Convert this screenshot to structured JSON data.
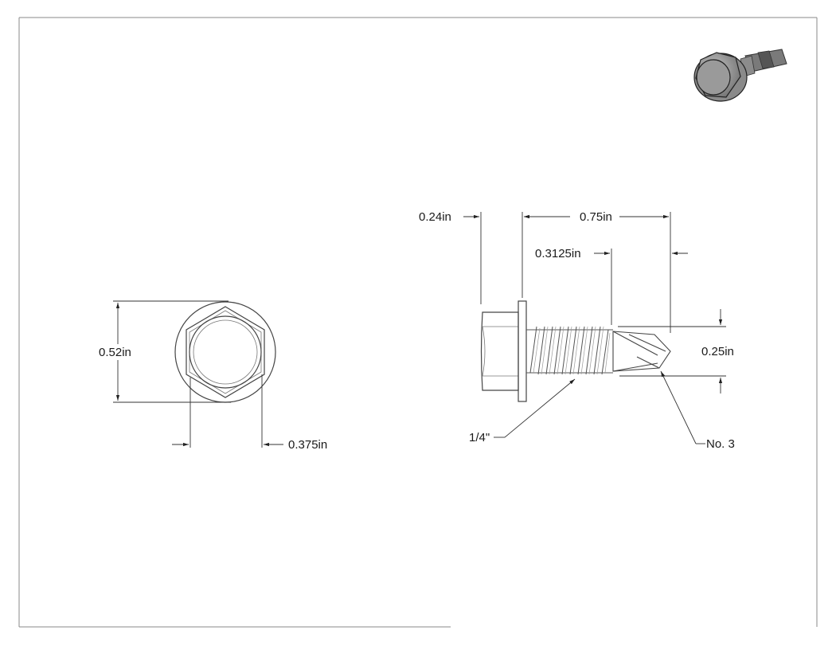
{
  "drawing": {
    "front_view": {
      "height_label": "0.52in",
      "width_label": "0.375in"
    },
    "side_view": {
      "head_height_label": "0.24in",
      "overall_length_label": "0.75in",
      "thread_length_label": "0.3125in",
      "drill_diameter_label": "0.25in",
      "thread_size_label": "1/4\"",
      "drill_point_label": "No. 3"
    }
  }
}
